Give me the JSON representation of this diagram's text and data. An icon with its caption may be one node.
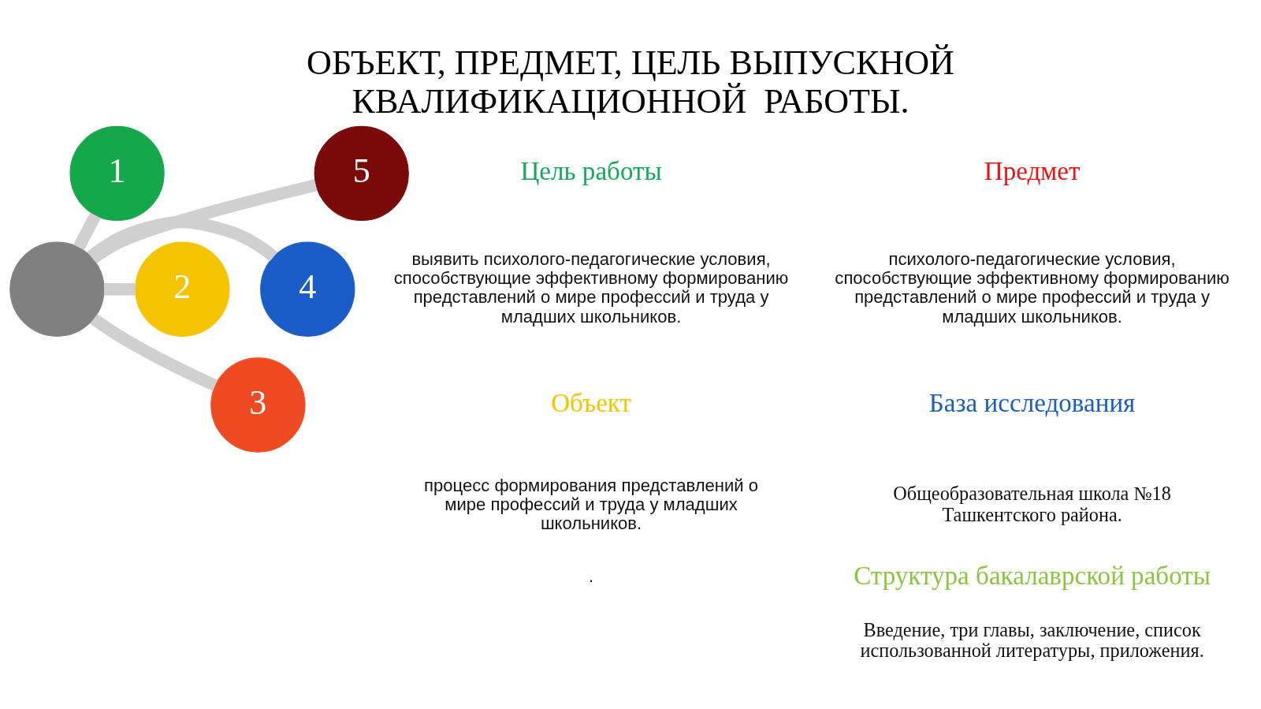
{
  "diagram": {
    "title": "ОБЪЕКТ, ПРЕДМЕТ, ЦЕЛЬ ВЫПУСКНОЙ КВАЛИФИКАЦИОННОЙ  РАБОТЫ.",
    "nodes": [
      {
        "text": [
          "1"
        ]
      },
      {
        "text": [
          "5"
        ]
      },
      {
        "text": [],
        "shape": "circle"
      },
      {
        "text": [
          "2"
        ]
      },
      {
        "text": [
          "4"
        ]
      },
      {
        "text": [
          "3"
        ]
      }
    ],
    "edges": [
      {
        "from": 2,
        "to": 0,
        "arrow": "none"
      },
      {
        "from": 2,
        "to": 1,
        "arrow": "none"
      },
      {
        "from": 2,
        "to": 3,
        "arrow": "none"
      },
      {
        "from": 2,
        "to": 4,
        "arrow": "none"
      },
      {
        "from": 2,
        "to": 5,
        "arrow": "none"
      }
    ],
    "labels": [
      "Цель работы",
      "Предмет",
      "выявить психолого-педагогические условия, способствующие эффективному формированию представлений о мире профессий и труда у младших школьников.",
      "психолого-педагогические условия, способствующие эффективному формированию представлений о мире профессий и труда у младших школьников.",
      "База исследования",
      "Объект",
      "Общеобразовательная школа №18 Ташкентского района.",
      "процесс формирования представлений о мире профессий и труда у младших школьников.",
      "Структура бакалаврской работы",
      ".",
      "Введение, три главы, заключение, список использованной литературы, приложения."
    ]
  }
}
